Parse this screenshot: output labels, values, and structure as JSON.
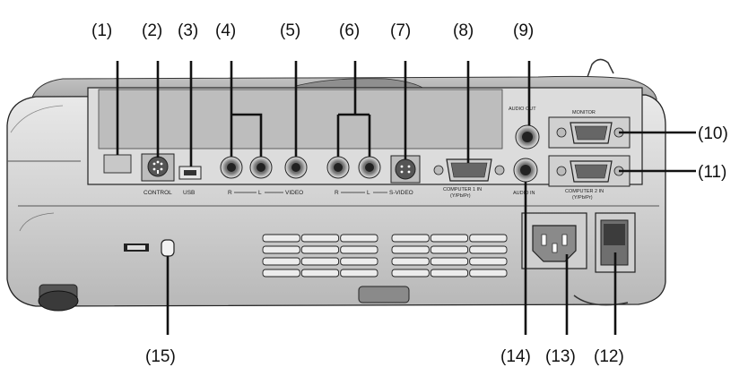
{
  "callouts": [
    "(1)",
    "(2)",
    "(3)",
    "(4)",
    "(5)",
    "(6)",
    "(7)",
    "(8)",
    "(9)",
    "(10)",
    "(11)",
    "(12)",
    "(13)",
    "(14)",
    "(15)"
  ],
  "panel_labels": {
    "control": "CONTROL",
    "usb": "USB",
    "audio1_r": "R",
    "audio1_l": "L",
    "video": "VIDEO",
    "audio2_r": "R",
    "audio2_l": "L",
    "s_video": "S-VIDEO",
    "computer1_in": "COMPUTER 1 IN",
    "computer1_sub": "(Y/Pb/Pr)",
    "audio_out": "AUDIO OUT",
    "monitor": "MONITOR",
    "audio_in": "AUDIO IN",
    "computer2_in": "COMPUTER 2 IN",
    "computer2_sub": "(Y/Pb/Pr)"
  }
}
